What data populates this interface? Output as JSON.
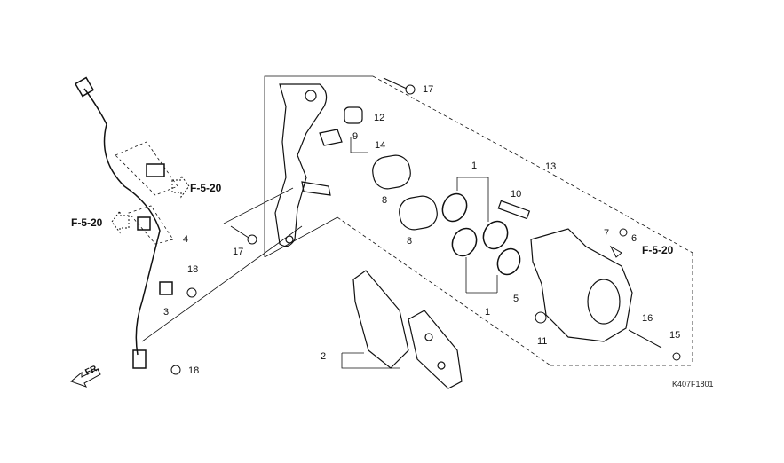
{
  "diagram": {
    "part_code": "K407F1801",
    "front_indicator": "FR.",
    "callouts": [
      "17",
      "12",
      "9",
      "14",
      "13",
      "1",
      "8",
      "10",
      "8",
      "7",
      "6",
      "F-5-20",
      "F-5-20",
      "F-5-20",
      "4",
      "17",
      "18",
      "3",
      "5",
      "1",
      "11",
      "16",
      "15",
      "2",
      "18"
    ]
  },
  "colors": {
    "line": "#111111",
    "background": "#ffffff",
    "watermark": "#dddddd"
  }
}
